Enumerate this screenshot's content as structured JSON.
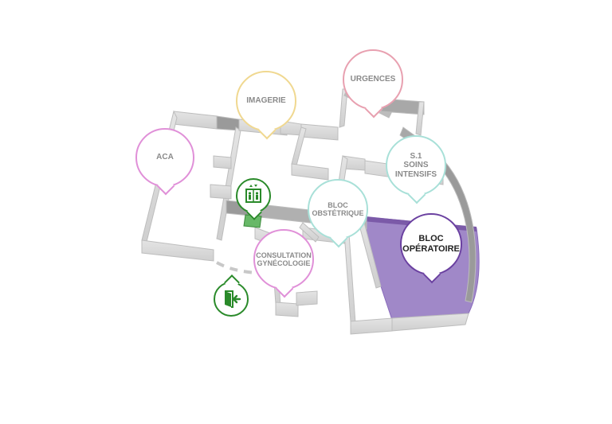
{
  "map": {
    "zones": [
      {
        "id": "aca",
        "label": "ACA",
        "color": "#e090d8"
      },
      {
        "id": "imagerie",
        "label": "IMAGERIE",
        "color": "#f0d890"
      },
      {
        "id": "urgences",
        "label": "URGENCES",
        "color": "#e8a0b0"
      },
      {
        "id": "soins-intensifs",
        "label": "S.1\nSOINS\nINTENSIFS",
        "color": "#a8e0d8"
      },
      {
        "id": "bloc-obstetrique",
        "label": "BLOC\nOBSTÉTRIQUE",
        "color": "#a8e0d8"
      },
      {
        "id": "bloc-operatoire",
        "label": "BLOC\nOPÉRATOIRE",
        "color": "#6a40a0",
        "highlighted": true,
        "fill": "#a088c8"
      },
      {
        "id": "consultation-gynecologie",
        "label": "CONSULTATION\nGYNÉCOLOGIE",
        "color": "#e090d8"
      }
    ],
    "icons": [
      {
        "id": "elevator",
        "icon": "elevator-icon",
        "color": "#2a8a2a"
      },
      {
        "id": "entrance",
        "icon": "entrance-icon",
        "color": "#2a8a2a"
      }
    ]
  }
}
